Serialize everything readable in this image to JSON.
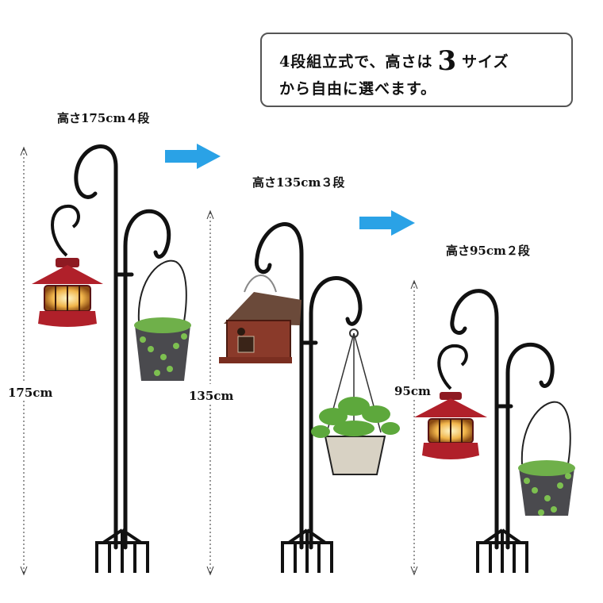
{
  "callout": {
    "line1_a": "4段組立式で、高さは",
    "line1_num": "3",
    "line1_b": "サイズ",
    "line2": "から自由に選べます。"
  },
  "stands": [
    {
      "title": "高さ175cm４段",
      "height_label": "175cm",
      "height_cm": 175,
      "sections": 4
    },
    {
      "title": "高さ135cm３段",
      "height_label": "135cm",
      "height_cm": 135,
      "sections": 3
    },
    {
      "title": "高さ95cm２段",
      "height_label": "95cm",
      "height_cm": 95,
      "sections": 2
    }
  ],
  "colors": {
    "arrow": "#2aa2e6",
    "pole": "#111111",
    "lantern": "#b0202a",
    "planter": "#4a4a4e",
    "foliage": "#6fb04a",
    "birdhouse": "#8a3a2a"
  },
  "icons": [
    "right-arrow-icon",
    "right-arrow-icon"
  ]
}
